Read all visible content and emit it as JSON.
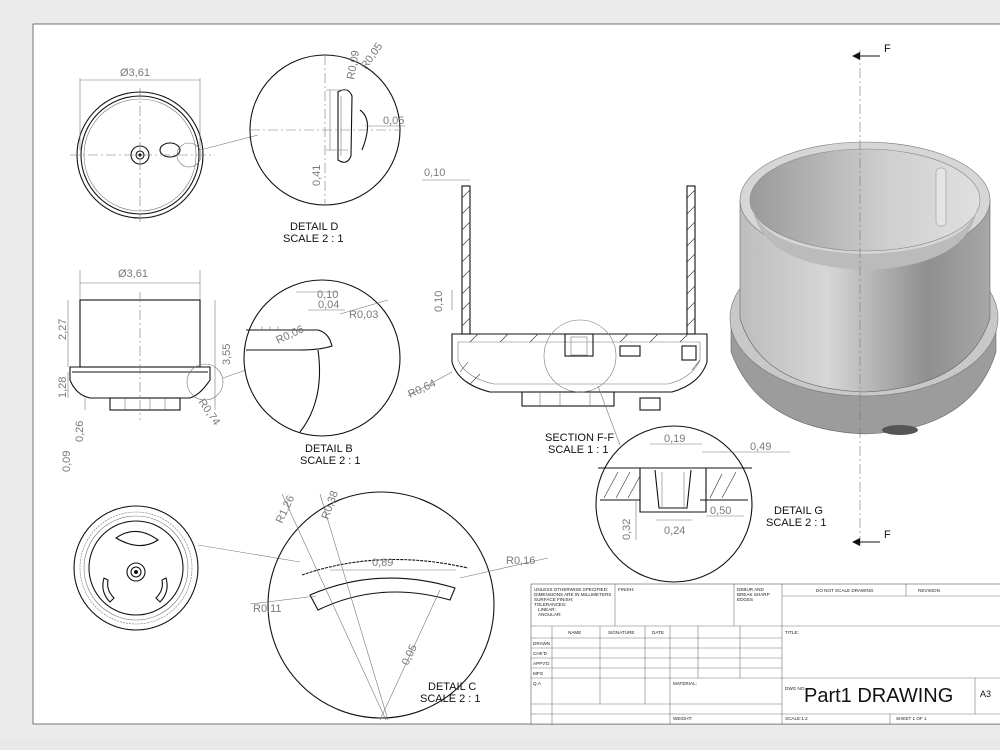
{
  "views": {
    "detail_d": {
      "title": "DETAIL D",
      "scale": "SCALE 2 : 1"
    },
    "detail_b": {
      "title": "DETAIL B",
      "scale": "SCALE 2 : 1"
    },
    "detail_c": {
      "title": "DETAIL C",
      "scale": "SCALE 2 : 1"
    },
    "detail_g": {
      "title": "DETAIL G",
      "scale": "SCALE 2 : 1"
    },
    "section": {
      "title": "SECTION F-F",
      "scale": "SCALE 1 : 1"
    },
    "cut_label": "F"
  },
  "dims": {
    "top_dia": "Ø3,61",
    "front_dia": "Ø3,61",
    "r009": "R0,09",
    "r005": "R0,05",
    "d005": "0,05",
    "d041": "0,41",
    "h227": "2,27",
    "h355": "3,55",
    "h128": "1,28",
    "h026": "0,26",
    "h009": "0,09",
    "b010": "0,10",
    "b004": "0,04",
    "r003": "R0,03",
    "r006": "R0,06",
    "r074": "R0,74",
    "s010a": "0,10",
    "s010b": "0,10",
    "r064": "R0,64",
    "r126": "R1,26",
    "r038": "R0,38",
    "c089": "0,89",
    "r016": "R0,16",
    "r011": "R0,11",
    "c005": "0,05",
    "g019": "0,19",
    "g049": "0,49",
    "g032": "0,32",
    "g024": "0,24",
    "g050": "0,50"
  },
  "title_block": {
    "notes": [
      "UNLESS OTHERWISE SPECIFIED:",
      "DIMENSIONS ARE IN MILLIMETERS",
      "SURFACE FINISH:",
      "TOLERANCES:",
      "LINEAR:",
      "ANGULAR:"
    ],
    "finish": "FINISH:",
    "deburr": [
      "DEBUR AND",
      "BREAK SHARP",
      "EDGES"
    ],
    "no_scale": "DO NOT SCALE DRAWING",
    "revision": "REVISION",
    "col_name": "NAME",
    "col_signature": "SIGNATURE",
    "col_date": "DATE",
    "rows": [
      "DRAWN",
      "CHK'D",
      "APPV'D",
      "MFG",
      "Q.A"
    ],
    "title_label": "TITLE:",
    "material": "MATERIAL:",
    "weight": "WEIGHT:",
    "dwg_no": "DWG NO.",
    "drawing_title": "Part1 DRAWING",
    "sheet_size": "A3",
    "scale": "SCALE:1:2",
    "sheet": "SHEET 1 OF 1"
  }
}
